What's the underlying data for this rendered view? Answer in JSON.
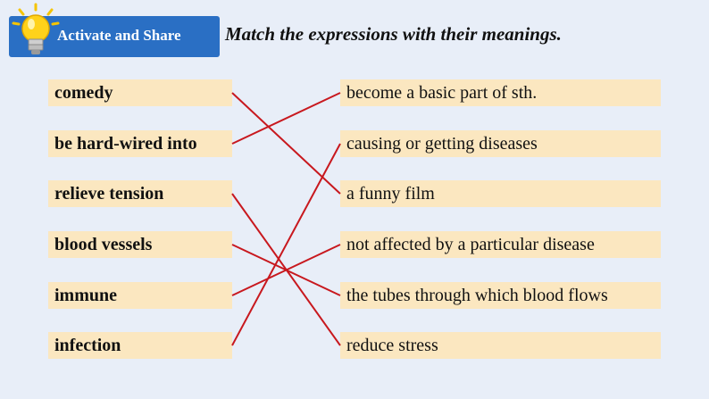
{
  "banner": {
    "label": "Activate and Share"
  },
  "instruction": "Match the expressions with their meanings.",
  "terms": [
    {
      "label": "comedy"
    },
    {
      "label": "be hard-wired into"
    },
    {
      "label": "relieve tension"
    },
    {
      "label": "blood vessels"
    },
    {
      "label": "immune"
    },
    {
      "label": "infection"
    }
  ],
  "meanings": [
    {
      "label": "become a basic part of sth."
    },
    {
      "label": "causing or getting diseases"
    },
    {
      "label": "a funny film"
    },
    {
      "label": "not affected by a particular disease"
    },
    {
      "label": "the tubes through which blood flows"
    },
    {
      "label": "reduce stress"
    }
  ],
  "matches": [
    {
      "term": "comedy",
      "meaning": "a funny film"
    },
    {
      "term": "be hard-wired into",
      "meaning": "become a basic part of sth."
    },
    {
      "term": "relieve tension",
      "meaning": "reduce stress"
    },
    {
      "term": "blood vessels",
      "meaning": "the tubes through which blood flows"
    },
    {
      "term": "immune",
      "meaning": "not affected by a particular disease"
    },
    {
      "term": "infection",
      "meaning": "causing or getting diseases"
    }
  ],
  "colors": {
    "banner": "#2a6fc4",
    "box": "#fbe7c0",
    "line": "#c8181e",
    "background": "#e8eef8"
  }
}
